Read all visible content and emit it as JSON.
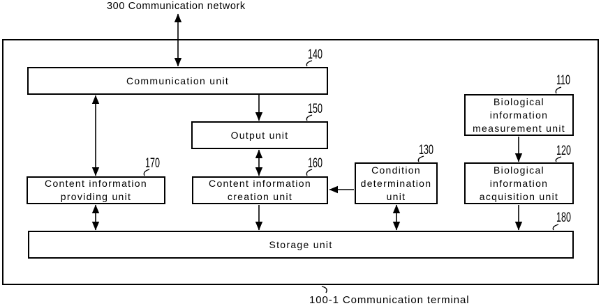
{
  "figure": {
    "network_label": "300 Communication network",
    "terminal_label": "100-1 Communication terminal",
    "colors": {
      "line": "#000000",
      "background": "#ffffff",
      "box_fill": "#ffffff",
      "text": "#000000"
    },
    "boxes": {
      "communication": {
        "ref": "140",
        "label": "Communication unit"
      },
      "output": {
        "ref": "150",
        "label": "Output unit"
      },
      "content_providing": {
        "ref": "170",
        "label": "Content information\nproviding unit"
      },
      "content_creation": {
        "ref": "160",
        "label": "Content information\ncreation unit"
      },
      "condition_determination": {
        "ref": "130",
        "label": "Condition\ndetermination\nunit"
      },
      "biological_measurement": {
        "ref": "110",
        "label": "Biological\ninformation\nmeasurement unit"
      },
      "biological_acquisition": {
        "ref": "120",
        "label": "Biological\ninformation\nacquisition unit"
      },
      "storage": {
        "ref": "180",
        "label": "Storage unit"
      }
    },
    "connections": [
      {
        "from": "communication-network",
        "to": "communication-unit",
        "type": "bidirectional"
      },
      {
        "from": "communication-unit",
        "to": "content-information-providing-unit",
        "type": "bidirectional"
      },
      {
        "from": "communication-unit",
        "to": "output-unit",
        "type": "one-way-down"
      },
      {
        "from": "output-unit",
        "to": "content-information-creation-unit",
        "type": "bidirectional"
      },
      {
        "from": "content-information-creation-unit",
        "to": "storage-unit",
        "type": "one-way-down"
      },
      {
        "from": "condition-determination-unit",
        "to": "content-information-creation-unit",
        "type": "one-way-left"
      },
      {
        "from": "condition-determination-unit",
        "to": "storage-unit",
        "type": "bidirectional"
      },
      {
        "from": "content-information-providing-unit",
        "to": "storage-unit",
        "type": "bidirectional"
      },
      {
        "from": "biological-information-measurement-unit",
        "to": "biological-information-acquisition-unit",
        "type": "one-way-down"
      },
      {
        "from": "biological-information-acquisition-unit",
        "to": "storage-unit",
        "type": "one-way-down"
      }
    ]
  }
}
